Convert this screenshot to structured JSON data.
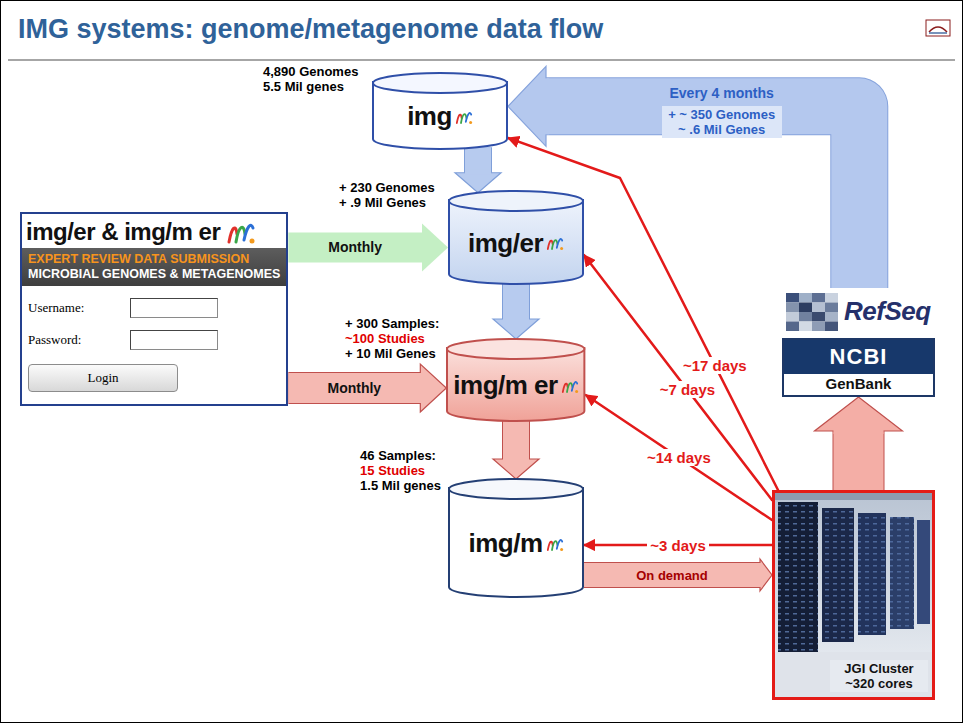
{
  "diagram": {
    "title": "IMG systems: genome/metagenome data flow",
    "nodes": [
      {
        "text": [
          "4,890 Genomes 5.5 Mil genes",
          "img"
        ]
      },
      {
        "text": [
          "img/er & img/m er",
          "EXPERT REVIEW DATA SUBMISSION",
          "MICROBIAL GENOMES & METAGENOMES",
          "Username:",
          "Password:"
        ]
      },
      {
        "text": [
          "Login"
        ],
        "in": 1
      },
      {
        "text": [
          "+ 230 Genomes + .9 Mil Genes",
          "img/er"
        ]
      },
      {
        "text": [
          "+ 300 Samples:",
          "~100 Studies",
          "+ 10 Mil Genes",
          "img/m er"
        ]
      },
      {
        "text": [
          "46 Samples:",
          "15 Studies",
          "1.5 Mil genes",
          "img/m"
        ]
      },
      {
        "text": [
          "RefSeq"
        ]
      },
      {
        "text": [
          "NCBI",
          "GenBank"
        ]
      },
      {
        "text": [
          "JGI Cluster ~320 cores"
        ]
      }
    ],
    "edges": [
      {
        "from": 6,
        "to": 0,
        "arrow": "to",
        "label": "Every 4 months"
      },
      {
        "from": 0,
        "to": 3,
        "arrow": "to"
      },
      {
        "from": 1,
        "to": 3,
        "arrow": "to",
        "label": "Monthly"
      },
      {
        "from": 3,
        "to": 4,
        "arrow": "to"
      },
      {
        "from": 1,
        "to": 4,
        "arrow": "to",
        "label": "Monthly"
      },
      {
        "from": 4,
        "to": 5,
        "arrow": "to"
      },
      {
        "from": 8,
        "to": 0,
        "arrow": "to",
        "label": "~17 days"
      },
      {
        "from": 8,
        "to": 3,
        "arrow": "to",
        "label": "~7 days"
      },
      {
        "from": 8,
        "to": 4,
        "arrow": "to",
        "label": "~14 days"
      },
      {
        "from": 8,
        "to": 5,
        "arrow": "to",
        "label": "~3 days"
      },
      {
        "from": 5,
        "to": 8,
        "arrow": "to",
        "label": "On demand"
      },
      {
        "from": 8,
        "to": 7,
        "arrow": "to"
      }
    ],
    "labels": [
      "+ ~ 350 Genomes ~ .6 Mil Genes"
    ]
  }
}
